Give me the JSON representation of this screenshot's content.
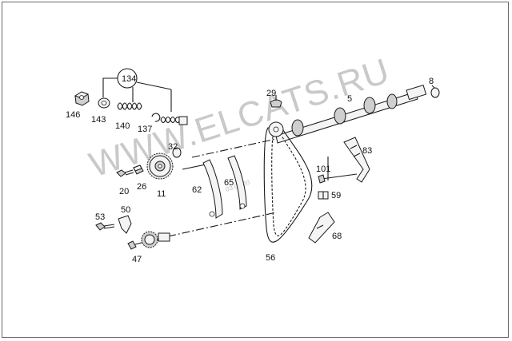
{
  "watermark": "WWW.ELCATS.RU",
  "stamp": "03.03.20",
  "callouts": {
    "c134": "134",
    "c146": "146",
    "c143": "143",
    "c140": "140",
    "c137": "137",
    "c29": "29",
    "c5": "5",
    "c8": "8",
    "c32": "32",
    "c83": "83",
    "c20": "20",
    "c26": "26",
    "c11": "11",
    "c62": "62",
    "c65": "65",
    "c101": "101",
    "c59": "59",
    "c53": "53",
    "c50": "50",
    "c68": "68",
    "c47": "47",
    "c56": "56"
  }
}
